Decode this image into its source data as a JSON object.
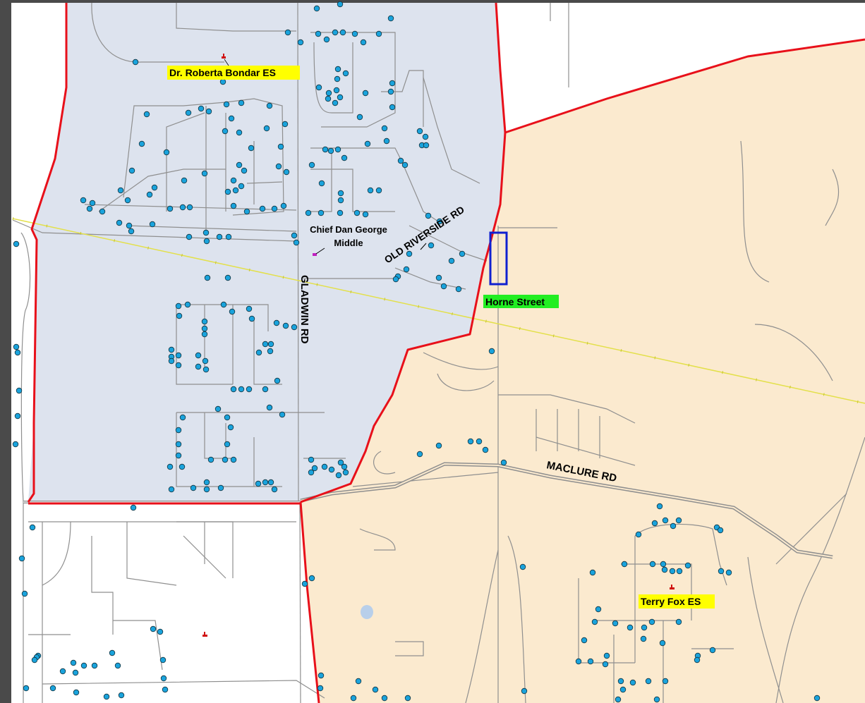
{
  "map": {
    "colors": {
      "frame": "#4a4a4a",
      "background": "#ffffff",
      "zone_north": "#dde3ee",
      "zone_east": "#fbeacf",
      "boundary": "#e8101a",
      "road": "#8f8f8f",
      "rail": "#e3e04a",
      "dot": "#1aa3dc",
      "dot_outline": "#12333f",
      "school_highlight": "#ffff00",
      "site_highlight": "#22ee22",
      "site_outline": "#1020d0",
      "school_marker": "#d01010",
      "middle_marker": "#c020c0"
    },
    "schools": [
      {
        "name": "Dr. Roberta Bondar ES",
        "icon": "school-flag-icon"
      },
      {
        "name": "Terry Fox ES",
        "icon": "school-flag-icon"
      },
      {
        "name_line1": "Chief Dan George",
        "name_line2": "Middle",
        "icon": "school-flag-icon"
      }
    ],
    "site_label": "Horne Street",
    "roads": {
      "gladwin": "GLADWIN RD",
      "old_riverside": "OLD RIVERSIDE RD",
      "maclure": "MACLURE RD"
    }
  }
}
